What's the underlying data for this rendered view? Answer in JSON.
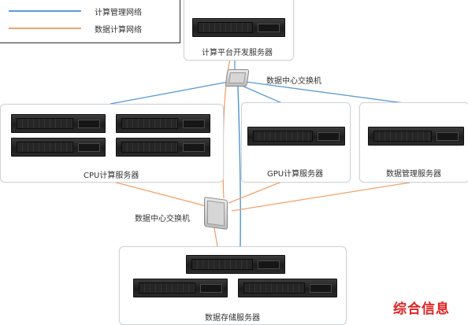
{
  "legend": {
    "items": [
      {
        "label": "计算管理网络",
        "color": "#5b9bd5"
      },
      {
        "label": "数据计算网络",
        "color": "#f0a36a"
      }
    ]
  },
  "nodes": {
    "dev_server": "计算平台开发服务器",
    "top_switch": "数据中心交换机",
    "cpu_servers": "CPU计算服务器",
    "gpu_servers": "GPU计算服务器",
    "data_mgmt_servers": "数据管理服务器",
    "bottom_switch": "数据中心交换机",
    "storage_servers": "数据存储服务器"
  },
  "watermark": "综合信息",
  "colors": {
    "management": "#5b9bd5",
    "data": "#f0a36a",
    "border": "#cfd4d8",
    "watermark": "#e02020"
  }
}
